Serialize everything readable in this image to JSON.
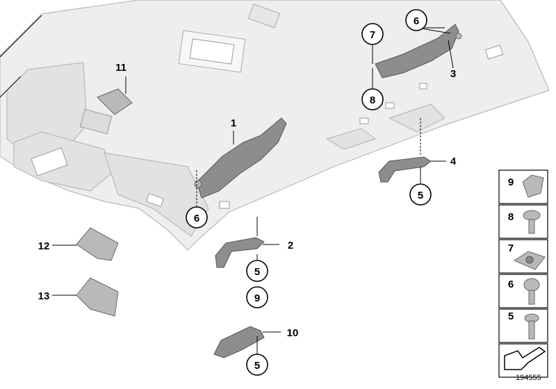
{
  "callouts": {
    "c1": "1",
    "c2": "2",
    "c3": "3",
    "c4": "4",
    "c5a": "5",
    "c5b": "5",
    "c5c": "5",
    "c6a": "6",
    "c6b": "6",
    "c7": "7",
    "c8": "8",
    "c9": "9",
    "c10": "10",
    "c11": "11",
    "c12": "12",
    "c13": "13"
  },
  "legend": {
    "l9": "9",
    "l8": "8",
    "l7": "7",
    "l6": "6",
    "l5": "5"
  },
  "reference": "194555",
  "icons": [
    "headliner",
    "grab-handle",
    "bracket",
    "clip",
    "screw",
    "nut",
    "arrow"
  ]
}
